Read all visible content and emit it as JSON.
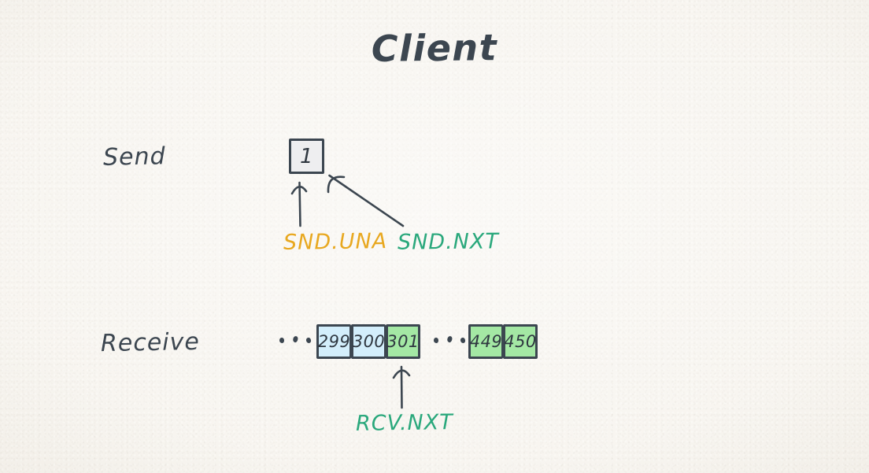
{
  "title": "Client",
  "background_color": "#f6f3ed",
  "ink_color": "#3c4650",
  "rows": {
    "send": {
      "label": "Send",
      "cells": [
        {
          "value": "1",
          "fill": "#eeeef0"
        }
      ]
    },
    "receive": {
      "label": "Receive",
      "leading_ellipsis": "...",
      "middle_ellipsis": "...",
      "group_one": [
        {
          "value": "299",
          "fill": "#d3eefb"
        },
        {
          "value": "300",
          "fill": "#d3eefb"
        },
        {
          "value": "301",
          "fill": "#a4e8a4"
        }
      ],
      "group_two": [
        {
          "value": "449",
          "fill": "#a4e8a4"
        },
        {
          "value": "450",
          "fill": "#a4e8a4"
        }
      ]
    }
  },
  "annotations": {
    "snd_una": {
      "label": "SND.UNA",
      "color": "#e8a820"
    },
    "snd_nxt": {
      "label": "SND.NXT",
      "color": "#2aa87c"
    },
    "rcv_nxt": {
      "label": "RCV.NXT",
      "color": "#2aa87c"
    }
  }
}
